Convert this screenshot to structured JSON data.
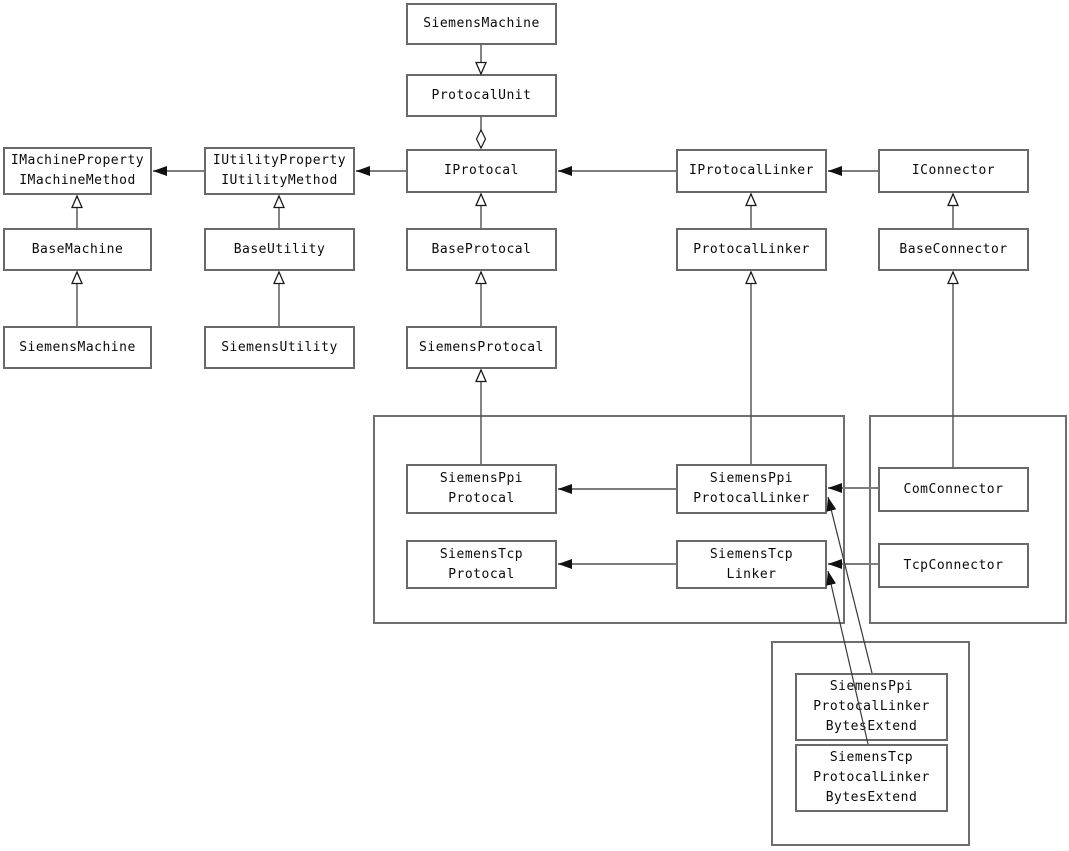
{
  "diagram_type": "uml-class-diagram",
  "nodes": {
    "siemens_machine_unit": {
      "label": "SiemensMachine"
    },
    "protocal_unit": {
      "label": "ProtocalUnit"
    },
    "imachine_interface": {
      "label": "IMachineProperty\nIMachineMethod"
    },
    "iutility_interface": {
      "label": "IUtilityProperty\nIUtilityMethod"
    },
    "iprotocal": {
      "label": "IProtocal"
    },
    "iprotocal_linker": {
      "label": "IProtocalLinker"
    },
    "iconnector": {
      "label": "IConnector"
    },
    "base_machine": {
      "label": "BaseMachine"
    },
    "base_utility": {
      "label": "BaseUtility"
    },
    "base_protocal": {
      "label": "BaseProtocal"
    },
    "protocal_linker": {
      "label": "ProtocalLinker"
    },
    "base_connector": {
      "label": "BaseConnector"
    },
    "siemens_machine": {
      "label": "SiemensMachine"
    },
    "siemens_utility": {
      "label": "SiemensUtility"
    },
    "siemens_protocal": {
      "label": "SiemensProtocal"
    },
    "siemens_ppi_protocal": {
      "label": "SiemensPpi\nProtocal"
    },
    "siemens_tcp_protocal": {
      "label": "SiemensTcp\nProtocal"
    },
    "siemens_ppi_protocal_linker": {
      "label": "SiemensPpi\nProtocalLinker"
    },
    "siemens_tcp_linker": {
      "label": "SiemensTcp\nLinker"
    },
    "com_connector": {
      "label": "ComConnector"
    },
    "tcp_connector": {
      "label": "TcpConnector"
    },
    "siemens_ppi_protocal_linker_bytes_extend": {
      "label": "SiemensPpi\nProtocalLinker\nBytesExtend"
    },
    "siemens_tcp_protocal_linker_bytes_extend": {
      "label": "SiemensTcp\nProtocalLinker\nBytesExtend"
    }
  },
  "edges": [
    {
      "from": "SiemensMachine",
      "to": "ProtocalUnit",
      "type": "inheritance-open-triangle"
    },
    {
      "from": "ProtocalUnit",
      "to": "IProtocal",
      "type": "aggregation-open-diamond"
    },
    {
      "from": "IUtilityProperty/IUtilityMethod",
      "to": "IMachineProperty/IMachineMethod",
      "type": "association-filled-arrow"
    },
    {
      "from": "IProtocal",
      "to": "IUtilityProperty/IUtilityMethod",
      "type": "association-filled-arrow"
    },
    {
      "from": "IProtocalLinker",
      "to": "IProtocal",
      "type": "association-filled-arrow"
    },
    {
      "from": "IConnector",
      "to": "IProtocalLinker",
      "type": "association-filled-arrow"
    },
    {
      "from": "BaseMachine",
      "to": "IMachineProperty/IMachineMethod",
      "type": "inheritance-open-triangle"
    },
    {
      "from": "BaseUtility",
      "to": "IUtilityProperty/IUtilityMethod",
      "type": "inheritance-open-triangle"
    },
    {
      "from": "BaseProtocal",
      "to": "IProtocal",
      "type": "inheritance-open-triangle"
    },
    {
      "from": "ProtocalLinker",
      "to": "IProtocalLinker",
      "type": "inheritance-open-triangle"
    },
    {
      "from": "BaseConnector",
      "to": "IConnector",
      "type": "inheritance-open-triangle"
    },
    {
      "from": "SiemensMachine",
      "to": "BaseMachine",
      "type": "inheritance-open-triangle"
    },
    {
      "from": "SiemensUtility",
      "to": "BaseUtility",
      "type": "inheritance-open-triangle"
    },
    {
      "from": "SiemensProtocal",
      "to": "BaseProtocal",
      "type": "inheritance-open-triangle"
    },
    {
      "from": "SiemensPpiProtocal",
      "to": "SiemensProtocal",
      "type": "inheritance-open-triangle"
    },
    {
      "from": "SiemensPpiProtocalLinker",
      "to": "ProtocalLinker",
      "type": "inheritance-open-triangle"
    },
    {
      "from": "ComConnector",
      "to": "BaseConnector",
      "type": "inheritance-open-triangle"
    },
    {
      "from": "SiemensPpiProtocalLinker",
      "to": "SiemensPpiProtocal",
      "type": "association-filled-arrow"
    },
    {
      "from": "SiemensTcpLinker",
      "to": "SiemensTcpProtocal",
      "type": "association-filled-arrow"
    },
    {
      "from": "ComConnector",
      "to": "SiemensPpiProtocalLinker",
      "type": "association-filled-arrow"
    },
    {
      "from": "TcpConnector",
      "to": "SiemensTcpLinker",
      "type": "association-filled-arrow"
    },
    {
      "from": "SiemensPpiProtocalLinkerBytesExtend",
      "to": "SiemensPpiProtocalLinker",
      "type": "association-filled-arrow"
    },
    {
      "from": "SiemensTcpProtocalLinkerBytesExtend",
      "to": "SiemensTcpLinker",
      "type": "association-filled-arrow"
    }
  ],
  "colors": {
    "background": "#ffffff",
    "box_border": "#696969",
    "association_line": "#7d7d7d",
    "inheritance_line": "#4f4f4f",
    "arrow_fill": "#111111"
  }
}
